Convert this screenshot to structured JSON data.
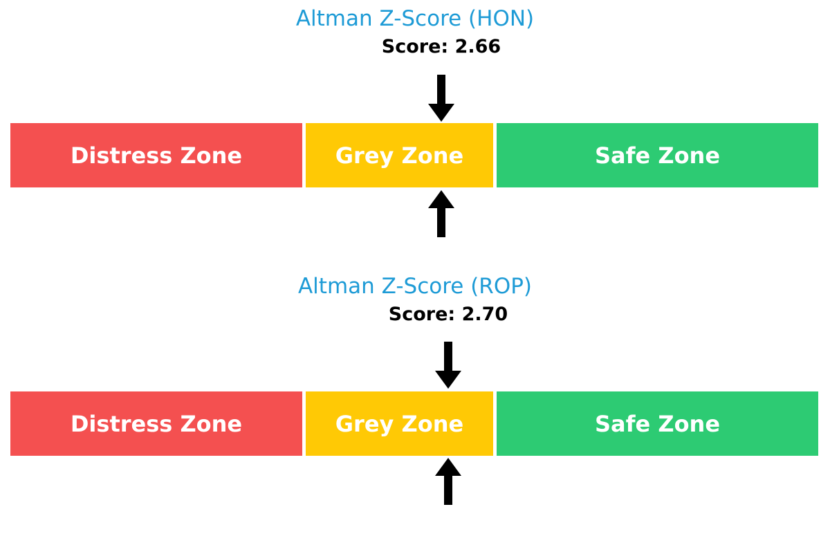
{
  "figure": {
    "background": "#ffffff",
    "arrow_color": "#000000",
    "zone_label_color": "#ffffff"
  },
  "charts": [
    {
      "title": "Altman Z-Score (HON)",
      "title_color": "#1E9BD6",
      "score_label": "Score: 2.66",
      "score_value": 2.66,
      "zones": [
        {
          "label": "Distress Zone",
          "color": "#F45050"
        },
        {
          "label": "Grey Zone",
          "color": "#FFC905"
        },
        {
          "label": "Safe Zone",
          "color": "#2DCB73"
        }
      ]
    },
    {
      "title": "Altman Z-Score (ROP)",
      "title_color": "#1E9BD6",
      "score_label": "Score: 2.70",
      "score_value": 2.7,
      "zones": [
        {
          "label": "Distress Zone",
          "color": "#F45050"
        },
        {
          "label": "Grey Zone",
          "color": "#FFC905"
        },
        {
          "label": "Safe Zone",
          "color": "#2DCB73"
        }
      ]
    }
  ],
  "chart_data": [
    {
      "type": "bar",
      "subtype": "zone-indicator",
      "orientation": "horizontal",
      "title": "Altman Z-Score (HON)",
      "annotation": "Score: 2.66",
      "score": 2.66,
      "scale_range": [
        0,
        5
      ],
      "zones": [
        {
          "label": "Distress Zone",
          "range": [
            0,
            1.81
          ],
          "color": "#F45050"
        },
        {
          "label": "Grey Zone",
          "range": [
            1.81,
            2.99
          ],
          "color": "#FFC905"
        },
        {
          "label": "Safe Zone",
          "range": [
            2.99,
            5
          ],
          "color": "#2DCB73"
        }
      ],
      "score_markers": [
        "down-arrow-above-bar",
        "up-arrow-below-bar"
      ],
      "axes_visible": false,
      "grid": false,
      "legend": false
    },
    {
      "type": "bar",
      "subtype": "zone-indicator",
      "orientation": "horizontal",
      "title": "Altman Z-Score (ROP)",
      "annotation": "Score: 2.70",
      "score": 2.7,
      "scale_range": [
        0,
        5
      ],
      "zones": [
        {
          "label": "Distress Zone",
          "range": [
            0,
            1.81
          ],
          "color": "#F45050"
        },
        {
          "label": "Grey Zone",
          "range": [
            1.81,
            2.99
          ],
          "color": "#FFC905"
        },
        {
          "label": "Safe Zone",
          "range": [
            2.99,
            5
          ],
          "color": "#2DCB73"
        }
      ],
      "score_markers": [
        "down-arrow-above-bar",
        "up-arrow-below-bar"
      ],
      "axes_visible": false,
      "grid": false,
      "legend": false
    }
  ]
}
